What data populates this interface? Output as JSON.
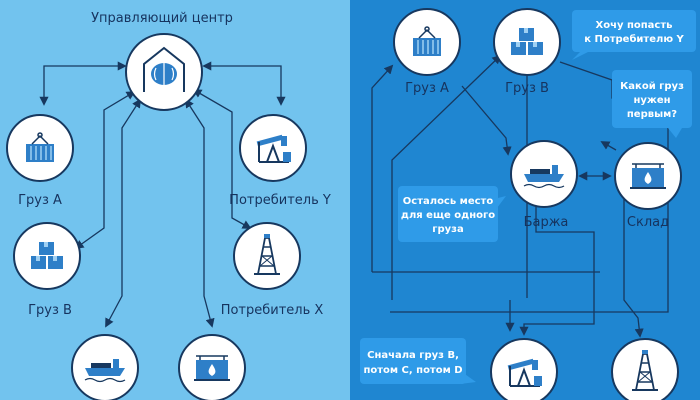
{
  "left": {
    "title": "Управляющий центр",
    "labels": {
      "cargo_a": "Груз А",
      "cargo_b": "Груз B",
      "consumer_y": "Потребитель Y",
      "consumer_x": "Потребитель X"
    }
  },
  "right": {
    "labels": {
      "cargo_a": "Груз А",
      "cargo_b": "Груз B",
      "barge": "Баржа",
      "warehouse": "Склад"
    },
    "bubbles": {
      "want_y": [
        "Хочу попасть",
        "к Потребителю Y"
      ],
      "which_first": [
        "Какой груз",
        "нужен",
        "первым?"
      ],
      "space_left": [
        "Осталось место",
        "для еще одного",
        "груза"
      ],
      "order": [
        "Сначала груз В,",
        "потом С, потом D"
      ]
    }
  },
  "colors": {
    "left_bg": "#72c3ee",
    "right_bg": "#1f86d1",
    "node_ring": "#17385f",
    "icon": "#2e7fc8",
    "bubble": "#2f9be8"
  }
}
